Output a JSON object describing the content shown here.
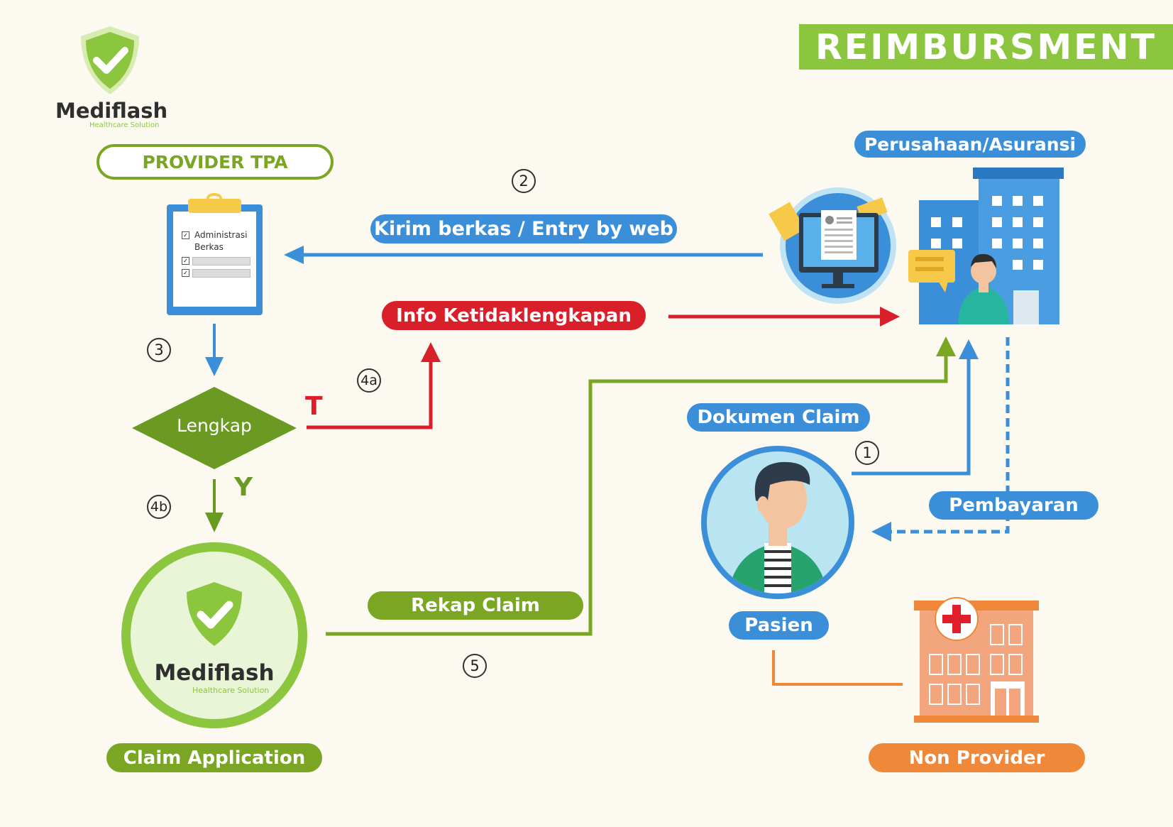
{
  "title": "REIMBURSMENT",
  "brand": {
    "name": "Mediflash",
    "tagline": "Healthcare Solution"
  },
  "labels": {
    "provider_tpa": "PROVIDER TPA",
    "perusahaan": "Perusahaan/Asuransi",
    "kirim_berkas": "Kirim berkas / Entry by web",
    "info_ketidaklengkapan": "Info Ketidaklengkapan",
    "lengkap": "Lengkap",
    "t": "T",
    "y": "Y",
    "dokumen_claim": "Dokumen Claim",
    "pembayaran": "Pembayaran",
    "rekap_claim": "Rekap Claim",
    "pasien": "Pasien",
    "claim_application": "Claim Application",
    "non_provider": "Non Provider"
  },
  "clipboard": {
    "item1": "Administrasi",
    "item2": "Berkas"
  },
  "steps": {
    "s1": "1",
    "s2": "2",
    "s3": "3",
    "s4a": "4a",
    "s4b": "4b",
    "s5": "5"
  },
  "colors": {
    "green": "#8cc63f",
    "dark_green": "#6b9a22",
    "blue": "#3b8fd8",
    "red": "#d9202a",
    "orange": "#f0883a",
    "background": "#fbf9f0"
  }
}
